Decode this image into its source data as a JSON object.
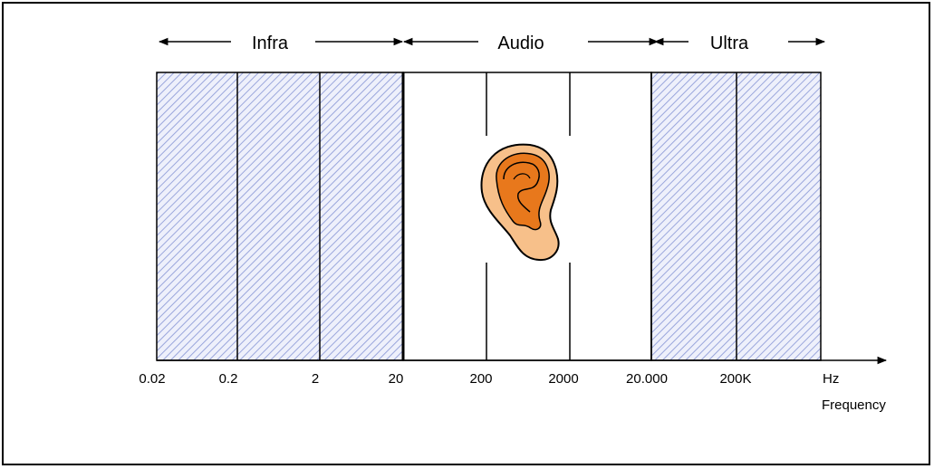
{
  "bands": {
    "infra": "Infra",
    "audio": "Audio",
    "ultra": "Ultra"
  },
  "ticks": [
    "0.02",
    "0.2",
    "2",
    "20",
    "200",
    "2000",
    "20.000",
    "200K",
    "Hz"
  ],
  "axis": {
    "caption": "Frequency"
  },
  "colors": {
    "hatch": "#9aa6dc",
    "hatch_bg": "#eef0fb",
    "ear_skin": "#f7c08a",
    "ear_inner": "#e8781c"
  },
  "icons": {
    "ear": "ear-icon"
  }
}
